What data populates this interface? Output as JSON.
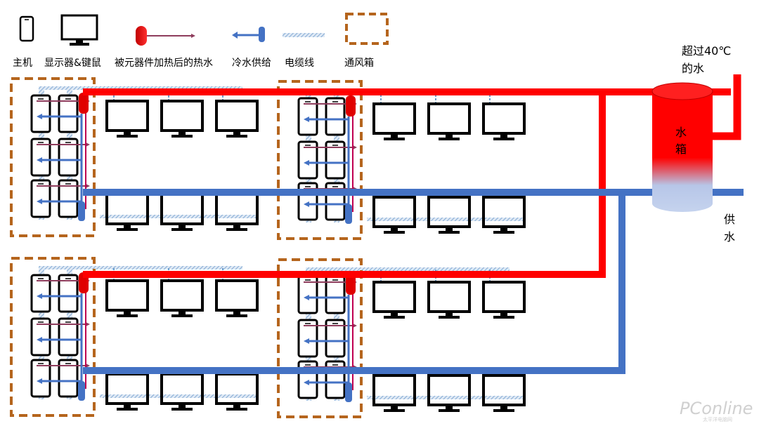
{
  "legend": {
    "host": "主机",
    "monitor": "显示器&键鼠",
    "hot_water": "被元器件加热后的热水",
    "cold_water": "冷水供给",
    "cable": "电缆线",
    "vent_box": "通风箱"
  },
  "tank": {
    "label_line1": "水",
    "label_line2": "箱",
    "overflow_line1": "超过40℃",
    "overflow_line2": "的水"
  },
  "supply": {
    "line1": "供",
    "line2": "水"
  },
  "watermark": {
    "brand": "PConline",
    "sub": "太平洋电脑网"
  },
  "colors": {
    "hot": "#ff0000",
    "cold": "#4472c4",
    "vent": "#b5651d",
    "cable": "#6e9ccc"
  }
}
